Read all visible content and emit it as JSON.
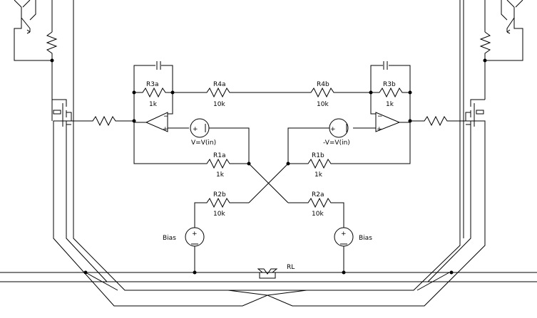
{
  "components": {
    "r3a": {
      "label": "R3a",
      "value": "1k"
    },
    "r4a": {
      "label": "R4a",
      "value": "10k"
    },
    "r4b": {
      "label": "R4b",
      "value": "10k"
    },
    "r3b": {
      "label": "R3b",
      "value": "1k"
    },
    "r1a": {
      "label": "R1a",
      "value": "1k"
    },
    "r1b": {
      "label": "R1b",
      "value": "1k"
    },
    "r2b": {
      "label": "R2b",
      "value": "10k"
    },
    "r2a": {
      "label": "R2a",
      "value": "10k"
    },
    "vin_left": {
      "label": "V=V(in)"
    },
    "vin_right": {
      "label": "-V=V(in)"
    },
    "bias_left": {
      "label": "Bias"
    },
    "bias_right": {
      "label": "Bias"
    },
    "load": {
      "label": "RL"
    }
  }
}
